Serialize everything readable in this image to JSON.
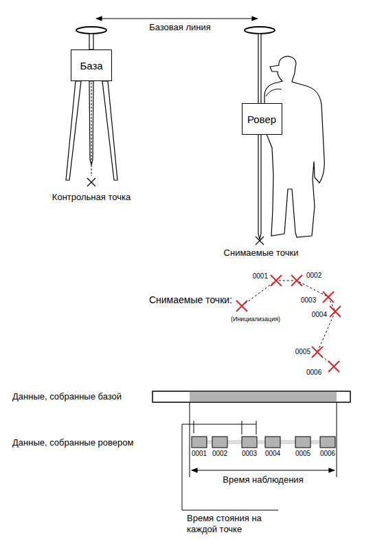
{
  "diagram": {
    "nodes": [
      {
        "text": [
          "База"
        ]
      },
      {
        "text": [
          "Ровер"
        ]
      }
    ],
    "labels": [
      "Базовая линия",
      "Контрольная точка",
      "Снимаемые точки",
      "Снимаемые точки:",
      "0001",
      "0002",
      "0003",
      "0004",
      "0005",
      "0006",
      "(Инициализация)",
      "Данные, собранные базой",
      "Данные, собранные ровером",
      "0001",
      "0002",
      "0003",
      "0004",
      "0005",
      "0006",
      "Время наблюдения",
      "Время стояния на каждой точке"
    ]
  }
}
